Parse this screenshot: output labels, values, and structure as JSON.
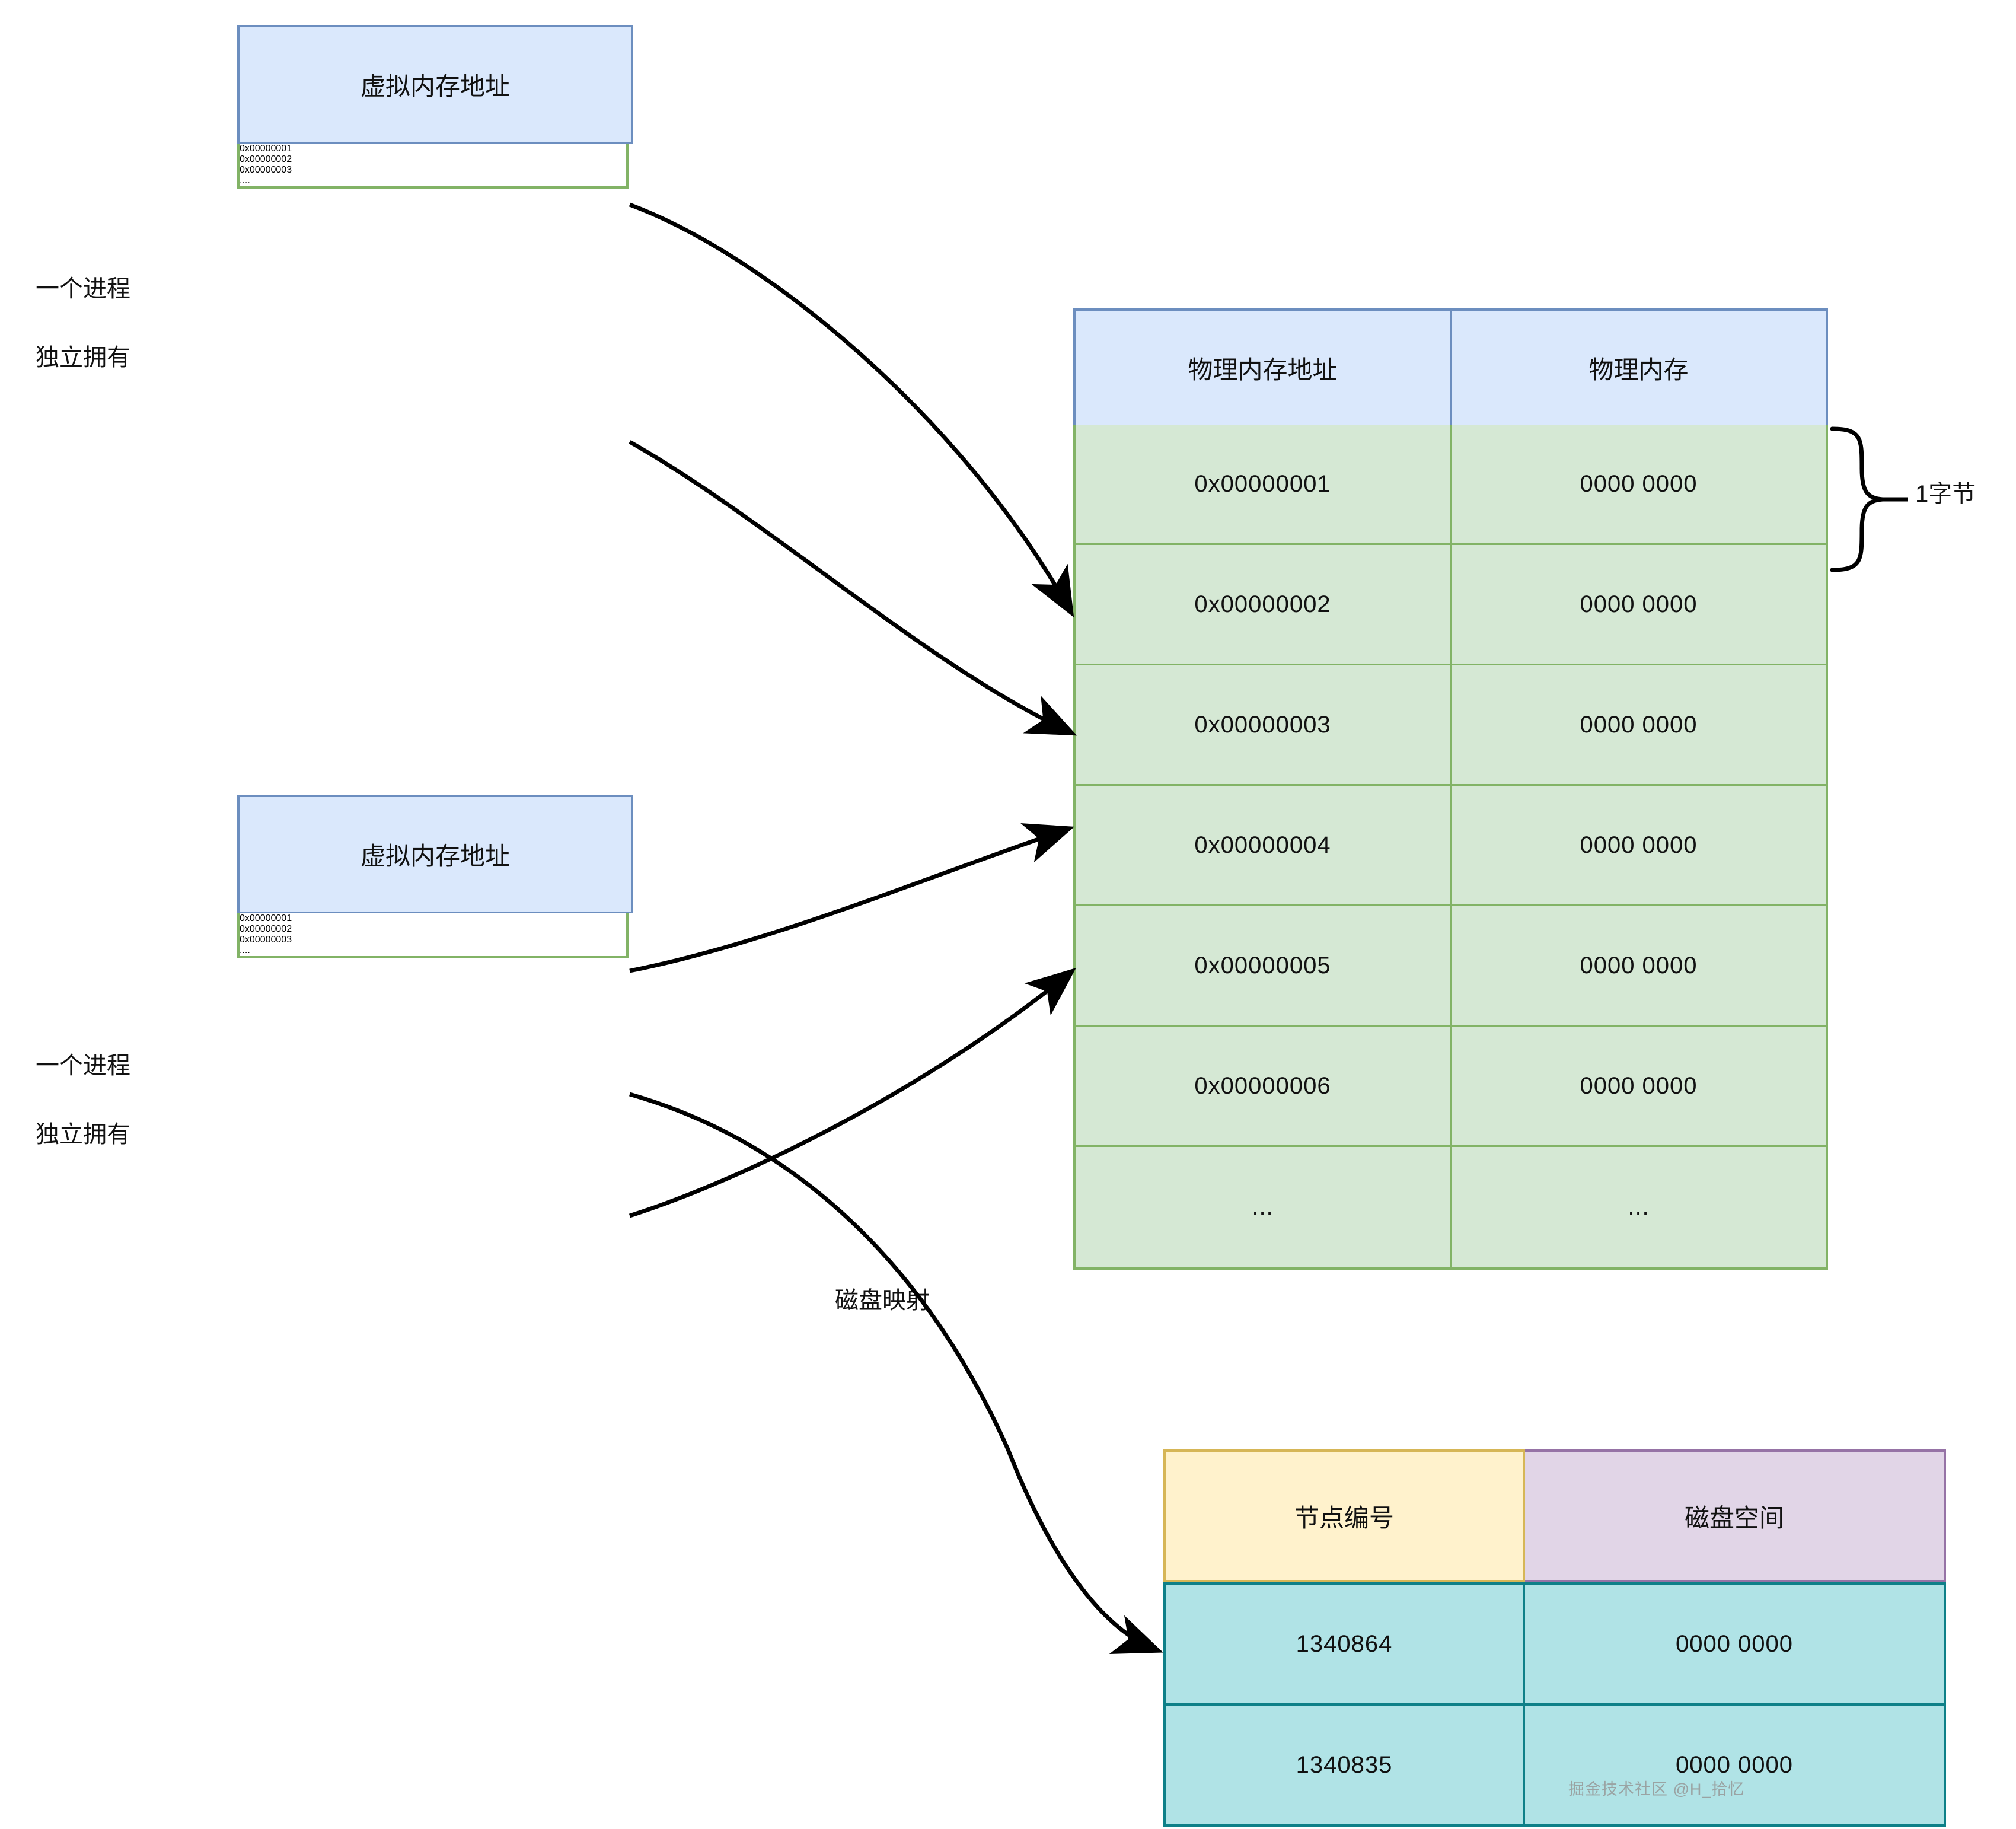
{
  "diagram": {
    "title_hidden": "",
    "colors": {
      "header_blue_fill": "#dae8fc",
      "header_blue_border": "#6c8ebf",
      "row_green_fill": "#d5e8d4",
      "row_green_border": "#82b366",
      "disk_key_fill": "#fff2cc",
      "disk_key_border": "#d6b656",
      "disk_val_fill": "#e1d5e7",
      "disk_val_border": "#9673a6",
      "disk_row_fill": "#b0e3e6",
      "disk_row_border": "#0e8088",
      "arrow_color": "#000000"
    }
  },
  "process_labels": [
    {
      "line1": "一个进程",
      "line2": "独立拥有"
    },
    {
      "line1": "一个进程",
      "line2": "独立拥有"
    }
  ],
  "virtual_blocks": [
    {
      "header": "虚拟内存地址",
      "rows": [
        "0x00000001",
        "0x00000002",
        "0x00000003",
        "...."
      ]
    },
    {
      "header": "虚拟内存地址",
      "rows": [
        "0x00000001",
        "0x00000002",
        "0x00000003",
        "...."
      ]
    }
  ],
  "physical_table": {
    "headers": [
      "物理内存地址",
      "物理内存"
    ],
    "rows": [
      {
        "address": "0x00000001",
        "value": "0000 0000"
      },
      {
        "address": "0x00000002",
        "value": "0000 0000"
      },
      {
        "address": "0x00000003",
        "value": "0000 0000"
      },
      {
        "address": "0x00000004",
        "value": "0000 0000"
      },
      {
        "address": "0x00000005",
        "value": "0000 0000"
      },
      {
        "address": "0x00000006",
        "value": "0000 0000"
      },
      {
        "address": "...",
        "value": "..."
      }
    ]
  },
  "brace": {
    "label": "1字节"
  },
  "disk_mapping_label": "磁盘映射",
  "disk_table": {
    "headers": [
      "节点编号",
      "磁盘空间"
    ],
    "rows": [
      {
        "node": "1340864",
        "space": "0000 0000"
      },
      {
        "node": "1340835",
        "space": "0000 0000"
      }
    ]
  },
  "watermark": "掘金技术社区 @H_拾忆"
}
